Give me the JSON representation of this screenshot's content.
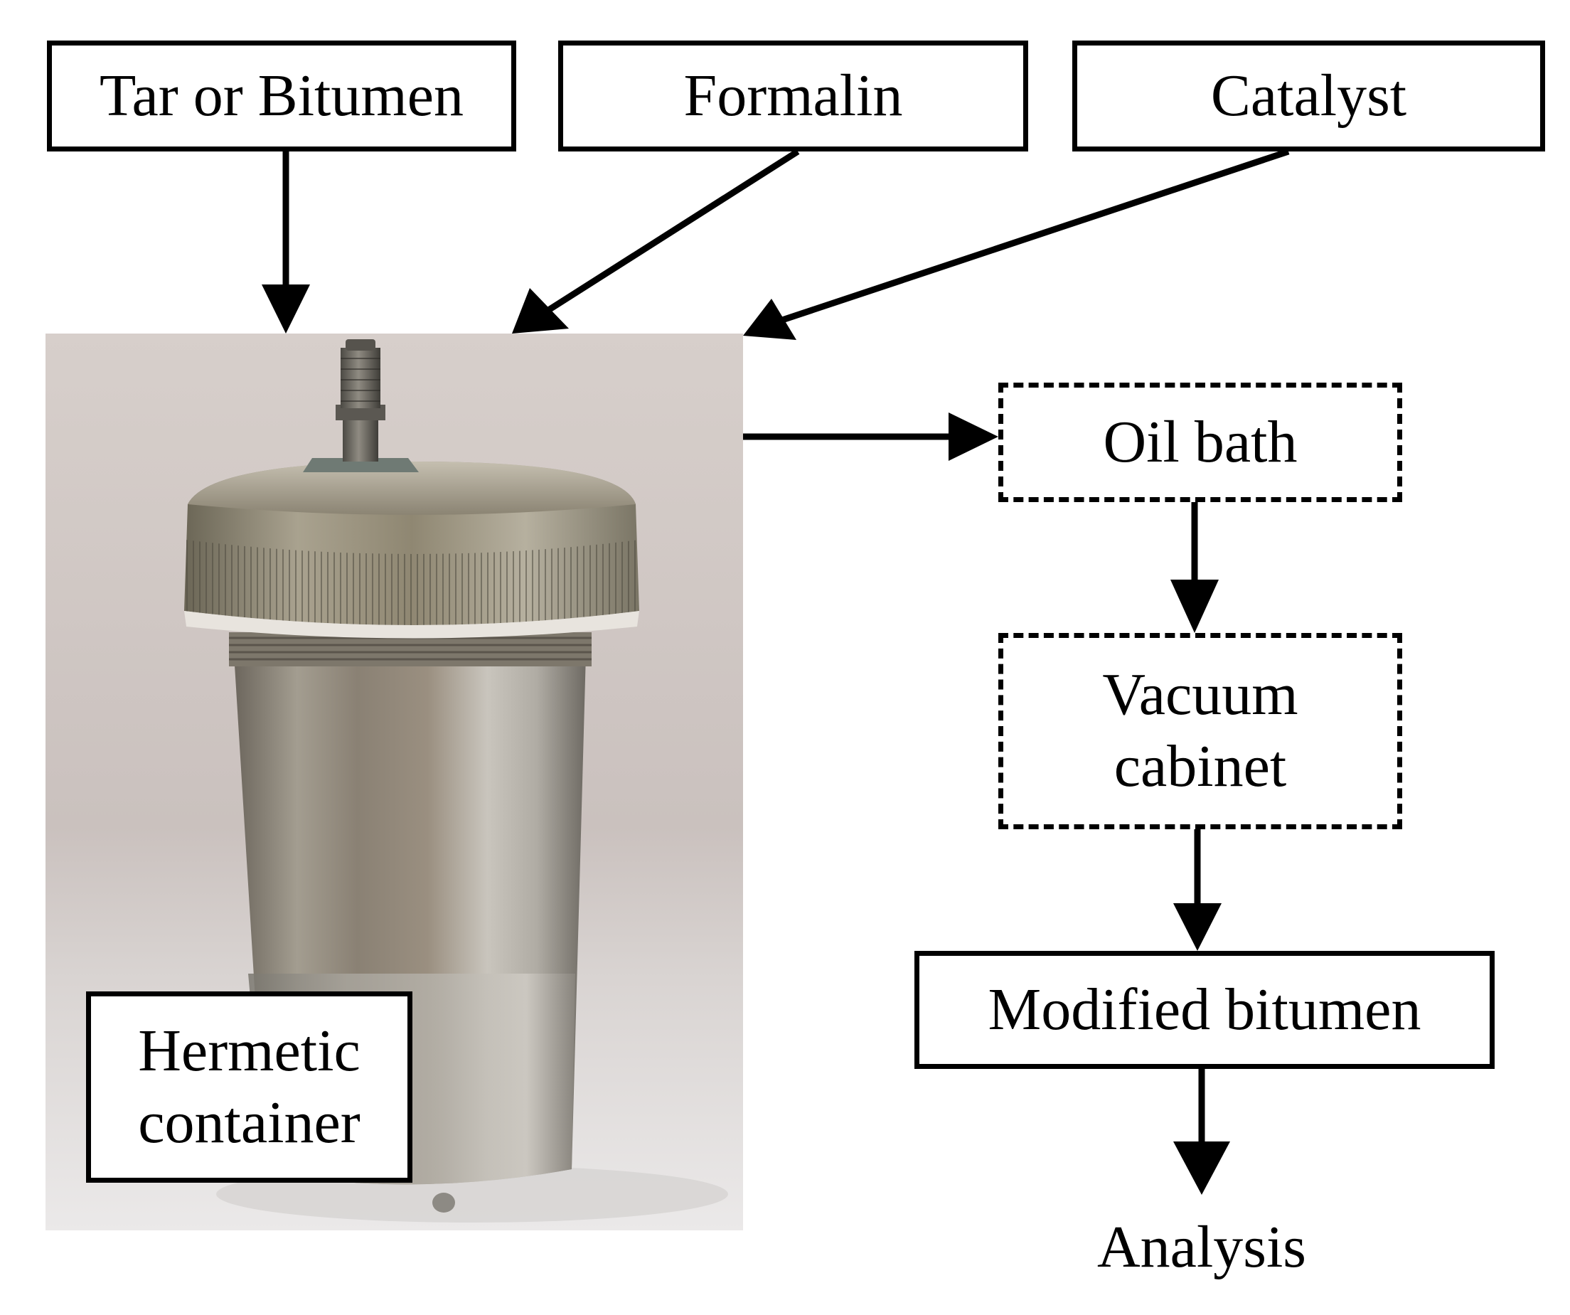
{
  "inputs": {
    "tar_or_bitumen": "Tar or Bitumen",
    "formalin": "Formalin",
    "catalyst": "Catalyst"
  },
  "photo": {
    "subject": "hermetic-container-photo",
    "label": "Hermetic\ncontainer"
  },
  "steps": {
    "oil_bath": "Oil bath",
    "vacuum_cabinet": "Vacuum\ncabinet",
    "modified_bitumen": "Modified bitumen",
    "analysis": "Analysis"
  },
  "colors": {
    "line": "#000000",
    "background": "#ffffff"
  }
}
